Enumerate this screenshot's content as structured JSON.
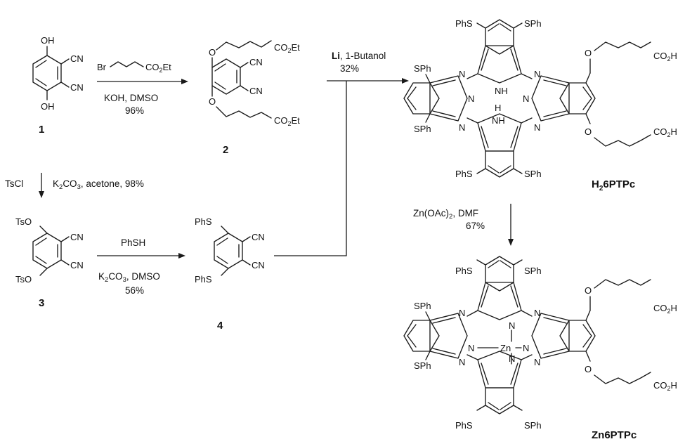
{
  "compounds": {
    "c1": {
      "label": "1"
    },
    "c2": {
      "label": "2"
    },
    "c3": {
      "label": "3"
    },
    "c4": {
      "label": "4"
    },
    "h2": {
      "label_main": "H",
      "label_sub": "2",
      "label_rest": "6PTPc"
    },
    "zn": {
      "label": "Zn6PTPc"
    }
  },
  "atoms": {
    "oh": "OH",
    "cn": "CN",
    "tso": "TsO",
    "phs": "PhS",
    "sph": "SPh",
    "n": "N",
    "nh": "NH",
    "h": "H",
    "zn": "Zn",
    "br": "Br",
    "co2": "CO",
    "co2_sub": "2",
    "et": "Et",
    "h_acid": "H",
    "o": "O"
  },
  "conditions": {
    "r1": {
      "reagent_extra": "",
      "line1": "KOH, DMSO",
      "line2": "96%"
    },
    "r2": {
      "reagent": "TsCl",
      "line_a": "K",
      "line_a_sub": "2",
      "line_b": "CO",
      "line_b_sub": "3",
      "line_c": ", acetone, 98%"
    },
    "r3": {
      "reagent": "PhSH",
      "line_a": "K",
      "line_a_sub": "2",
      "line_b": "CO",
      "line_b_sub": "3",
      "line_c": ", DMSO",
      "yield": "56%"
    },
    "r4": {
      "reagent_bold": "Li",
      "reagent_rest": ", 1-Butanol",
      "yield": "32%"
    },
    "r5": {
      "line_a": "Zn(OAc)",
      "line_a_sub": "2",
      "line_b": ", DMF",
      "yield": "67%"
    }
  }
}
